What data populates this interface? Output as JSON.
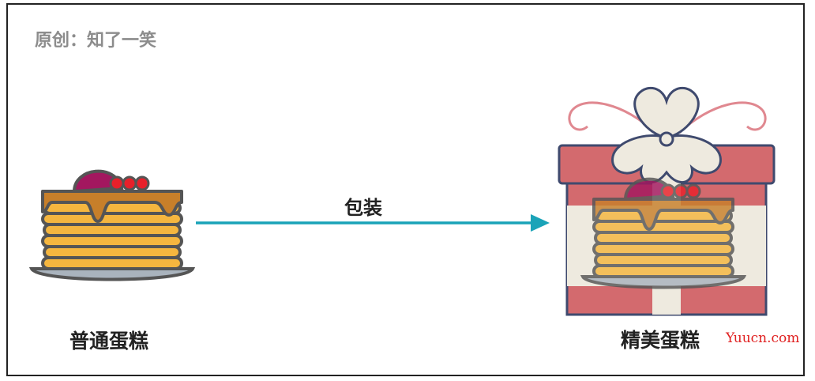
{
  "credit": "原创：知了一笑",
  "nodes": {
    "plain": {
      "label": "普通蛋糕"
    },
    "fancy": {
      "label": "精美蛋糕"
    }
  },
  "edge": {
    "label": "包装"
  },
  "watermark": "Yuucn.com",
  "icons": {
    "plain": "pancake-stack-icon",
    "fancy": "gift-box-pancake-icon"
  },
  "colors": {
    "arrow": "#1aa3b8",
    "pancake": "#f5b63f",
    "syrup": "#c77f2a",
    "plate": "#a9b3bd",
    "outline": "#555555",
    "berry": "#e8202a",
    "scoop": "#a3175f",
    "gift_box": "#d36a6e",
    "ribbon": "#eeeadf",
    "bow_curl": "#e08890"
  }
}
